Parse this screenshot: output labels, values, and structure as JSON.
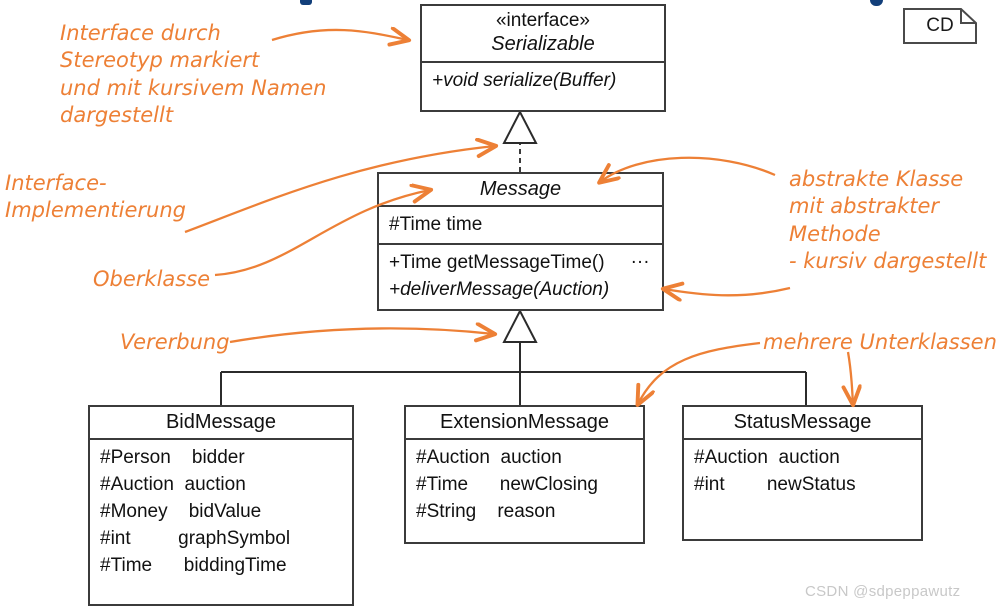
{
  "diagram": {
    "frame_label": "CD",
    "watermark": "CSDN @sdpeppawutz",
    "accent_color": "#ED8036",
    "line_color": "#3b3b3b"
  },
  "classes": {
    "serializable": {
      "stereotype": "«interface»",
      "name": "Serializable",
      "attributes": [],
      "operations": [
        "+void serialize(Buffer)"
      ]
    },
    "message": {
      "stereotype": "",
      "name": "Message",
      "attributes": [
        "#Time time"
      ],
      "operations": [
        "+Time getMessageTime()",
        "+deliverMessage(Auction)"
      ],
      "ellipsis": "..."
    },
    "bidmessage": {
      "name": "BidMessage",
      "attributes": [
        "#Person    bidder",
        "#Auction  auction",
        "#Money    bidValue",
        "#int         graphSymbol",
        "#Time      biddingTime"
      ]
    },
    "extensionmessage": {
      "name": "ExtensionMessage",
      "attributes": [
        "#Auction  auction",
        "#Time      newClosing",
        "#String    reason"
      ]
    },
    "statusmessage": {
      "name": "StatusMessage",
      "attributes": [
        "#Auction  auction",
        "#int        newStatus"
      ]
    }
  },
  "annotations": {
    "interface_stereotype": "Interface durch\nStereotyp markiert\nund mit kursivem Namen\ndargestellt",
    "interface_implementation": "Interface-\nImplementierung",
    "superclass": "Oberklasse",
    "inheritance": "Vererbung",
    "abstract_class": "abstrakte Klasse\nmit abstrakter\nMethode\n- kursiv dargestellt",
    "multiple_subclasses": "mehrere Unterklassen"
  },
  "relationships": [
    {
      "type": "realization",
      "from": "Message",
      "to": "Serializable",
      "style": "dashed-hollow-triangle"
    },
    {
      "type": "generalization",
      "from": "BidMessage",
      "to": "Message",
      "style": "solid-hollow-triangle"
    },
    {
      "type": "generalization",
      "from": "ExtensionMessage",
      "to": "Message",
      "style": "solid-hollow-triangle"
    },
    {
      "type": "generalization",
      "from": "StatusMessage",
      "to": "Message",
      "style": "solid-hollow-triangle"
    }
  ]
}
